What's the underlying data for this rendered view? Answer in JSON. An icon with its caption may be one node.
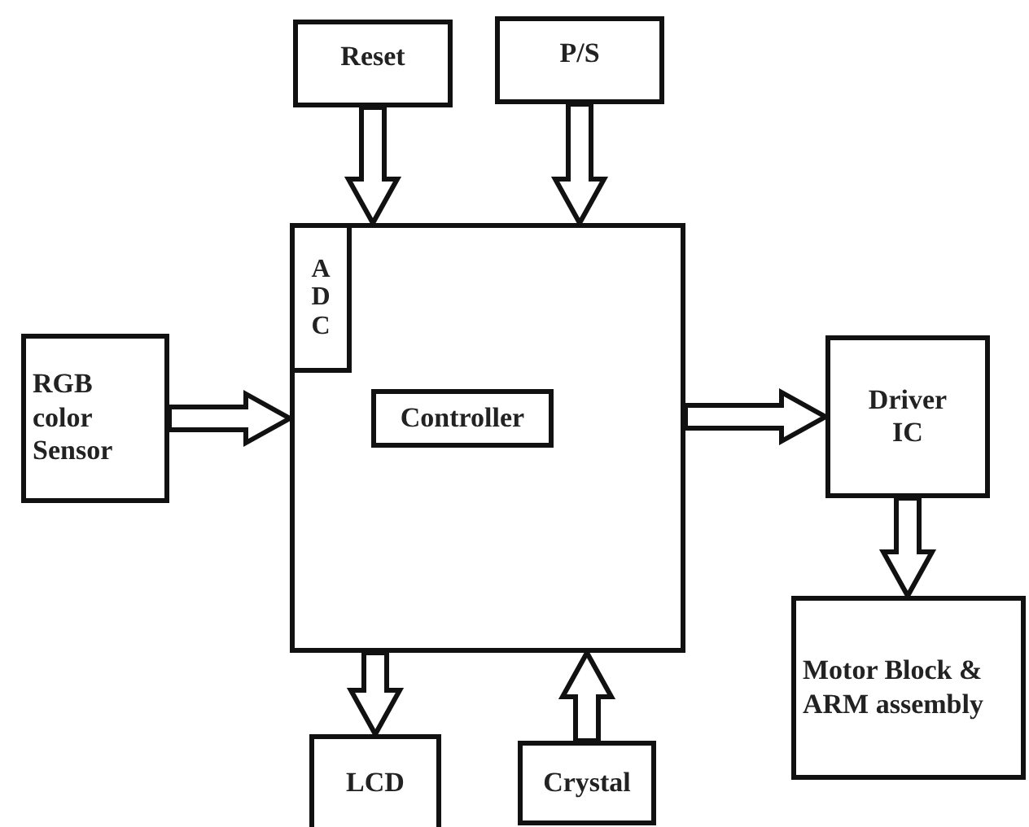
{
  "diagram": {
    "nodes": [
      {
        "text": [
          "Reset"
        ]
      },
      {
        "text": [
          "P/S"
        ]
      },
      {
        "text": [],
        "shape": "box"
      },
      {
        "text": [
          "A D C"
        ],
        "in": 2
      },
      {
        "text": [
          "Controller"
        ],
        "in": 2
      },
      {
        "text": [
          "RGB color Sensor"
        ]
      },
      {
        "text": [
          "Driver IC"
        ]
      },
      {
        "text": [
          "Motor Block & ARM assembly"
        ]
      },
      {
        "text": [
          "LCD"
        ]
      },
      {
        "text": [
          "Crystal"
        ]
      }
    ],
    "edges": [
      {
        "from": 0,
        "to": 2,
        "arrow": "to"
      },
      {
        "from": 1,
        "to": 2,
        "arrow": "to"
      },
      {
        "from": 5,
        "to": 2,
        "arrow": "to"
      },
      {
        "from": 2,
        "to": 6,
        "arrow": "to"
      },
      {
        "from": 6,
        "to": 7,
        "arrow": "to"
      },
      {
        "from": 2,
        "to": 8,
        "arrow": "to"
      },
      {
        "from": 9,
        "to": 2,
        "arrow": "to"
      }
    ]
  }
}
